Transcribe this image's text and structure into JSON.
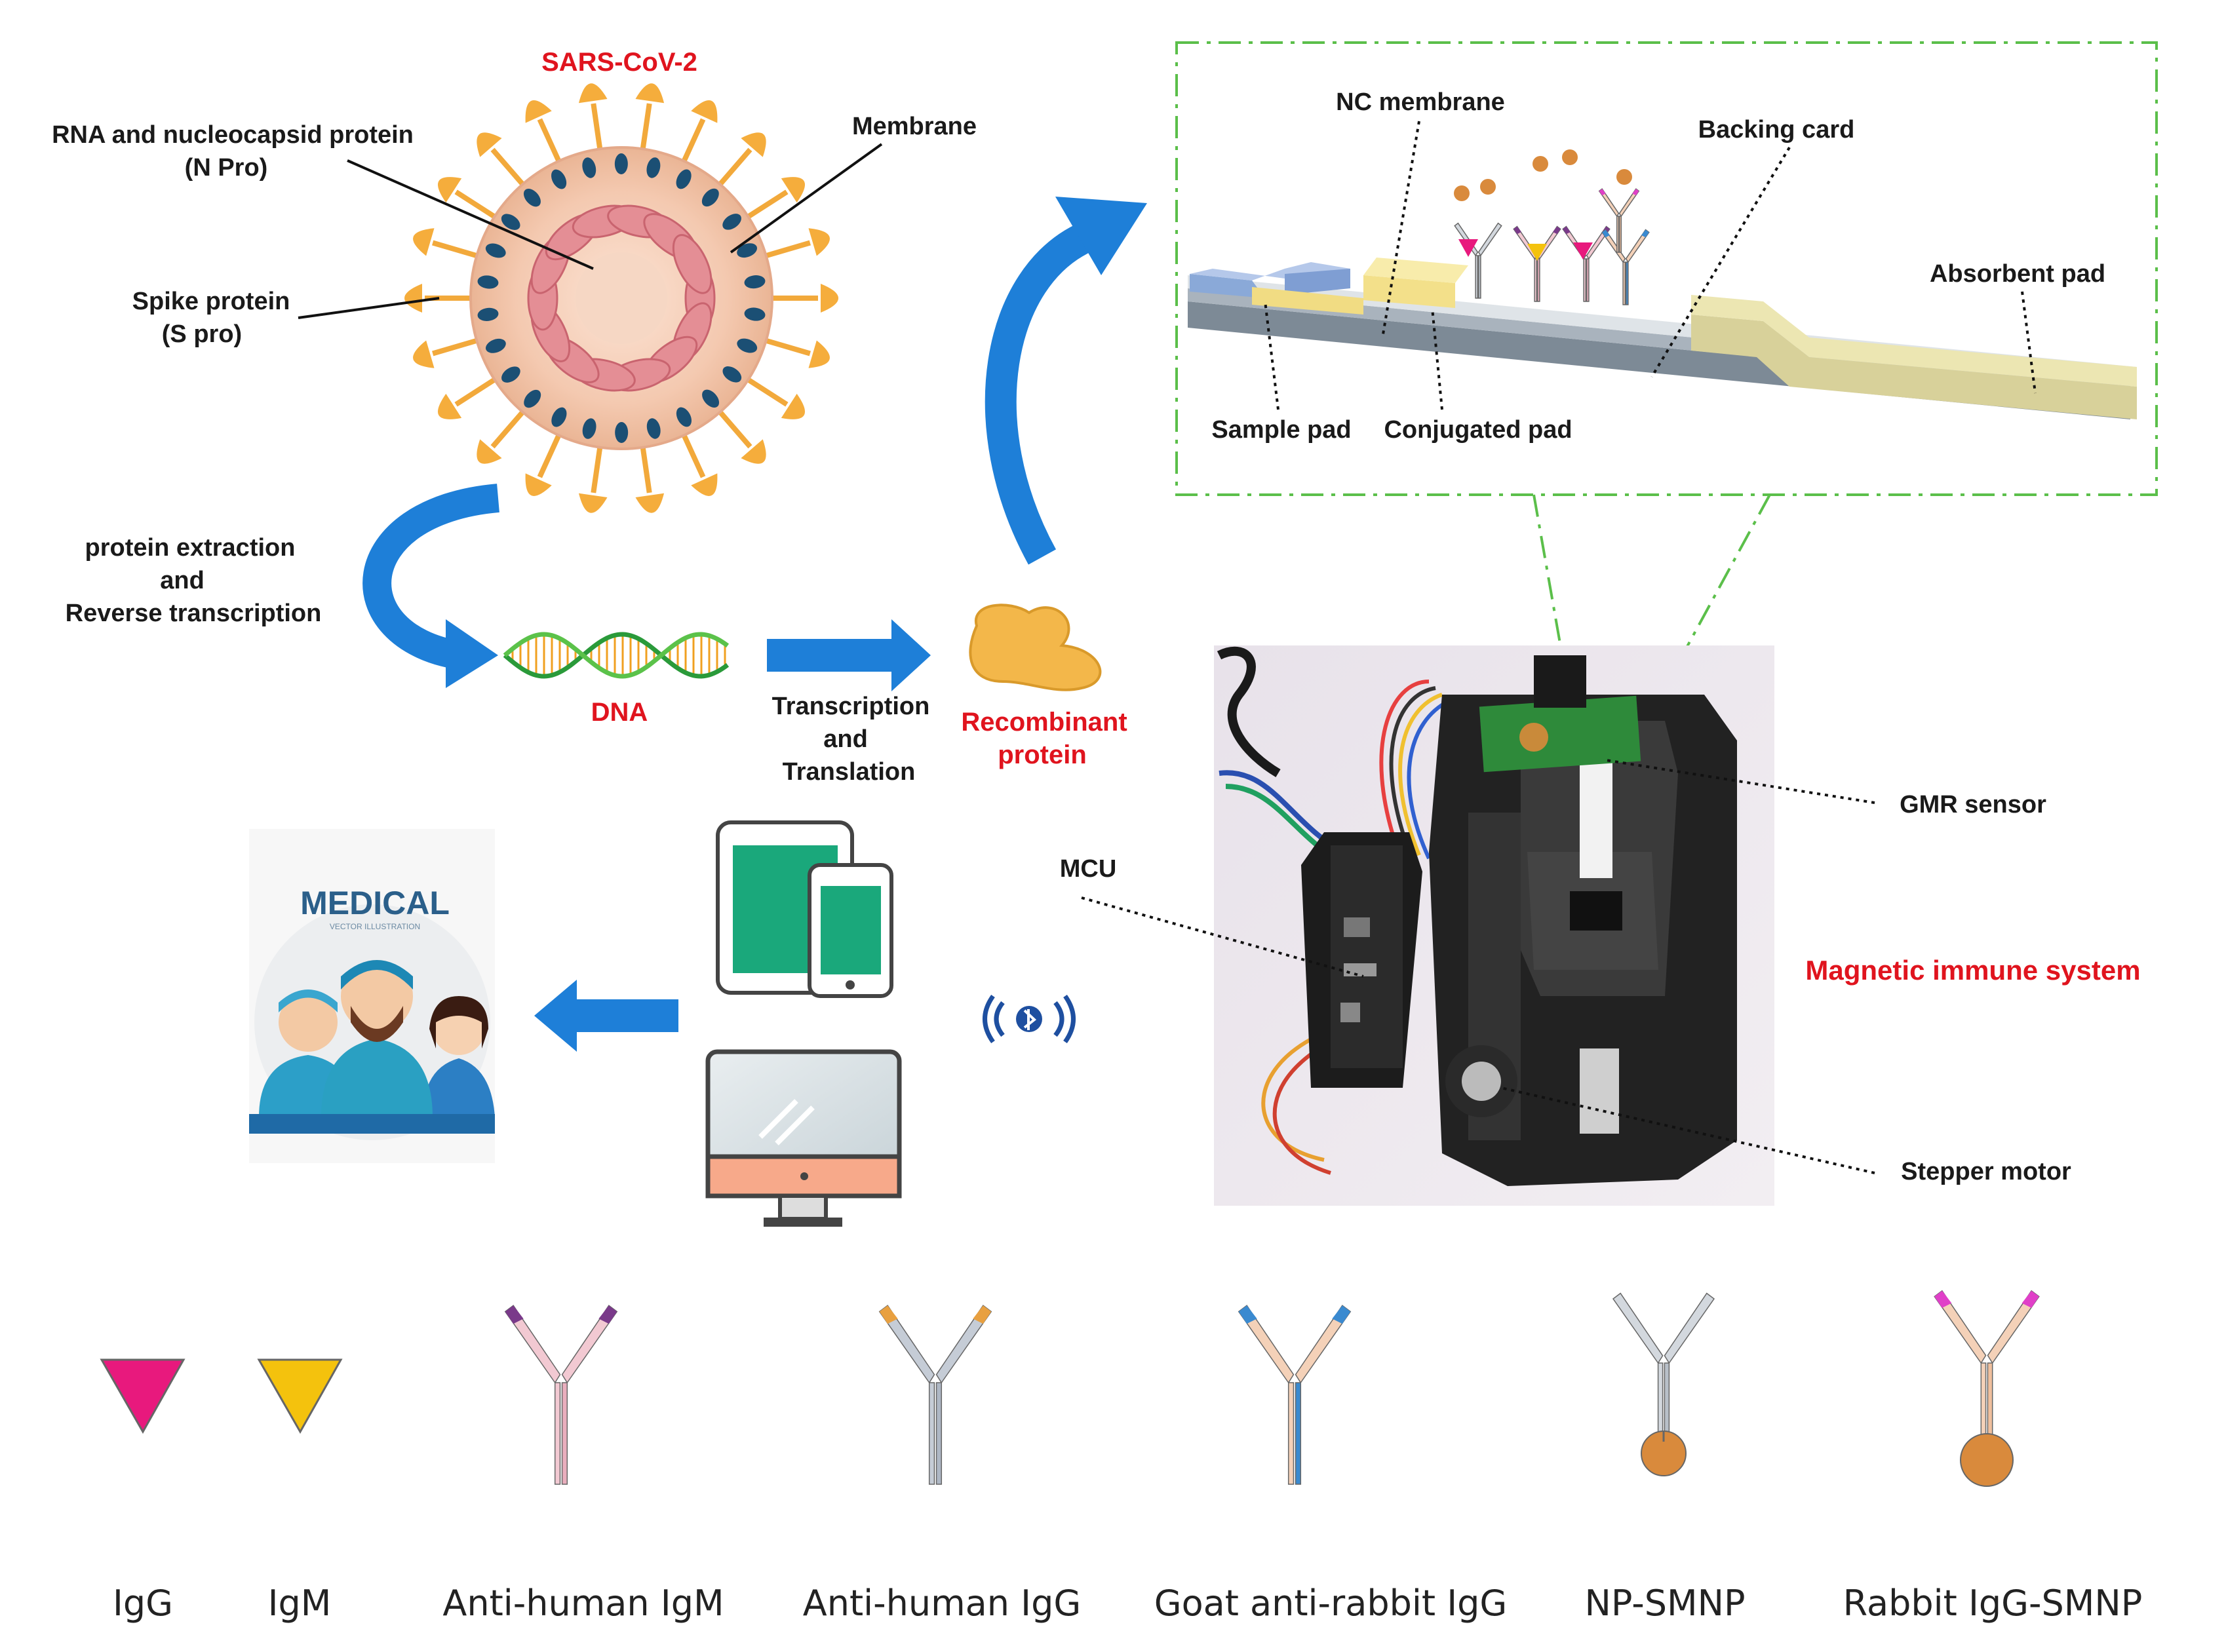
{
  "virus": {
    "title": "SARS-CoV-2",
    "rna_line1": "RNA and nucleocapsid protein",
    "rna_line2": "(N Pro)",
    "membrane": "Membrane",
    "spike_line1": "Spike protein",
    "spike_line2": "(S pro)"
  },
  "process": {
    "extraction_line1": "protein extraction",
    "extraction_line2": "and",
    "extraction_line3": "Reverse transcription",
    "dna": "DNA",
    "transcription_line1": "Transcription",
    "transcription_line2": "and",
    "transcription_line3": "Translation",
    "recombinant_line1": "Recombinant",
    "recombinant_line2": "protein"
  },
  "strip": {
    "nc_membrane": "NC membrane",
    "backing_card": "Backing card",
    "absorbent_pad": "Absorbent pad",
    "sample_pad": "Sample pad",
    "conjugated_pad": "Conjugated pad"
  },
  "device": {
    "gmr_sensor": "GMR sensor",
    "mcu": "MCU",
    "stepper_motor": "Stepper motor",
    "system_title": "Magnetic immune system"
  },
  "medical": {
    "poster_title": "MEDICAL",
    "poster_subtitle": "VECTOR ILLUSTRATION"
  },
  "legend": {
    "igg": "IgG",
    "igm": "IgM",
    "anti_human_igm": "Anti-human IgM",
    "anti_human_igg": "Anti-human IgG",
    "goat_anti_rabbit_igg": "Goat anti-rabbit IgG",
    "np_smnp": "NP-SMNP",
    "rabbit_igg_smnp": "Rabbit IgG-SMNP"
  },
  "colors": {
    "accent_red": "#e0141e",
    "arrow_blue": "#1e7fd8",
    "dash_green": "#5bbf4a",
    "igg_magenta": "#e8197d",
    "igm_yellow": "#f4c20d"
  }
}
